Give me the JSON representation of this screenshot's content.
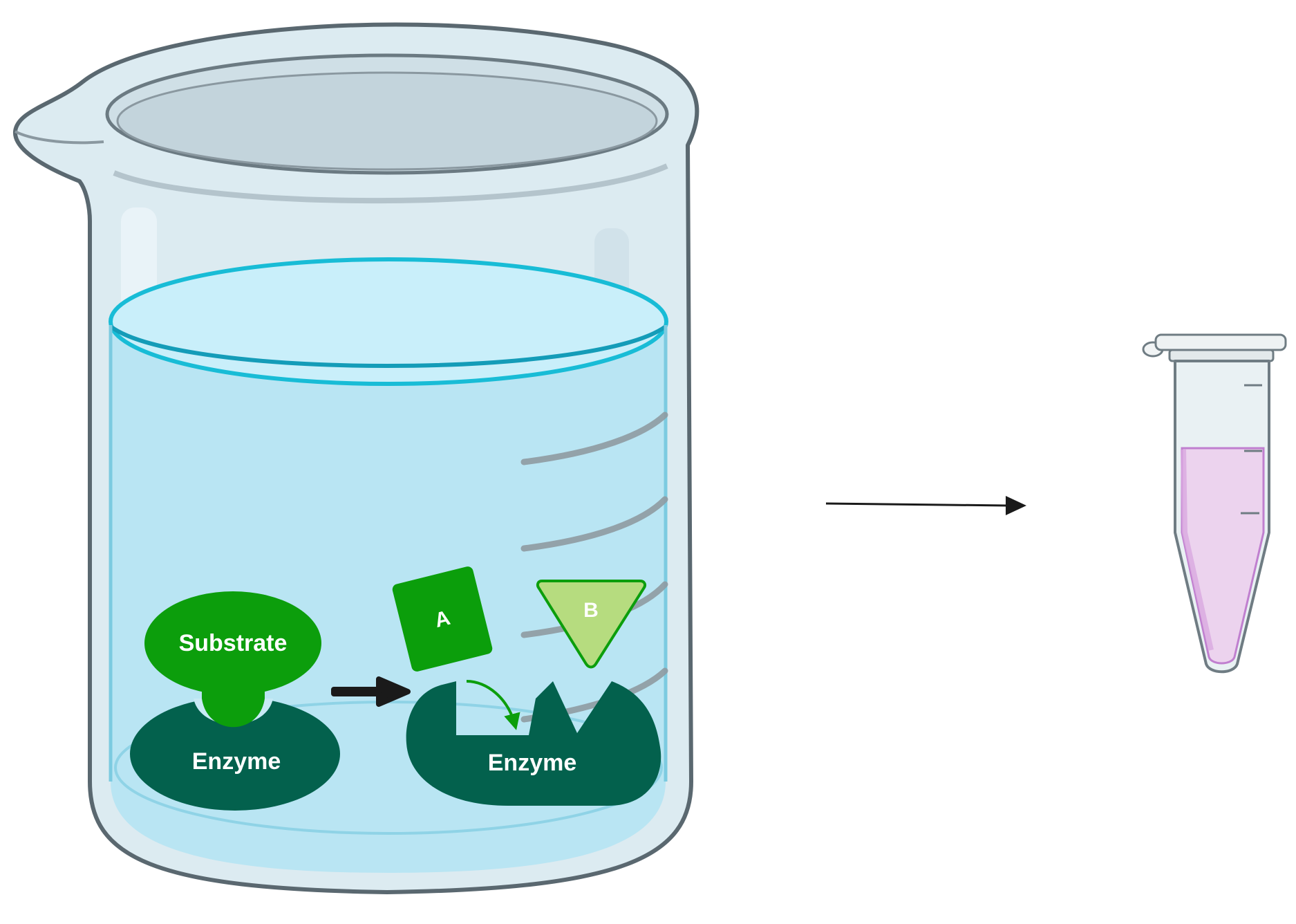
{
  "labels": {
    "substrate": "Substrate",
    "enzyme_bound": "Enzyme",
    "enzyme_free": "Enzyme",
    "product_a": "A",
    "product_b": "B"
  },
  "colors": {
    "background": "#ffffff",
    "water": "#b9e5f3",
    "water_surface": "#c9effa",
    "water_rim": "#18bcd6",
    "glass_outline": "#5a6870",
    "glass_body": "#dcebf1",
    "substrate": "#0c9e0c",
    "enzyme": "#03614d",
    "product_a": "#0b9e0b",
    "product_b": "#b6dc7f",
    "tube_liquid": "#ecd3ee",
    "tube_liquid_edge": "#c07fcf",
    "arrow": "#1a1a1a"
  },
  "icons": {
    "beaker": "beaker-icon",
    "tube": "microcentrifuge-tube-icon",
    "reaction_arrow": "arrow-right-icon",
    "transfer_arrow": "arrow-right-icon",
    "release_arrow": "curved-arrow-icon"
  }
}
